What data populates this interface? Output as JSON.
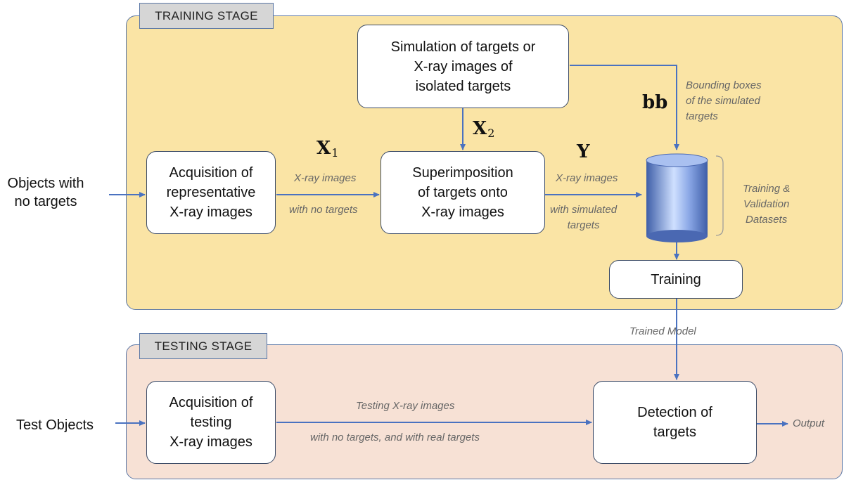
{
  "training_stage": {
    "tag": "TRAINING STAGE",
    "simulation_box": "Simulation of targets or\nX-ray images of\nisolated targets",
    "acquisition_box": "Acquisition of\nrepresentative\nX-ray images",
    "superimposition_box": "Superimposition\nof targets onto\nX-ray images",
    "training_box": "Training",
    "x1_symbol": "X",
    "x1_sub": "1",
    "x2_symbol": "X",
    "x2_sub": "2",
    "y_symbol": "Y",
    "bb_symbol": "bb",
    "xray_no_targets_top": "X-ray images",
    "xray_no_targets_bottom": "with no targets",
    "xray_sim_top": "X-ray images",
    "xray_sim_bottom": "with simulated\ntargets",
    "bounding_boxes": "Bounding boxes\nof the simulated\ntargets",
    "datasets_label": "Training &\nValidation\nDatasets"
  },
  "left_inputs": {
    "training_input": "Objects with\nno targets",
    "testing_input": "Test Objects"
  },
  "trained_model": "Trained  Model",
  "testing_stage": {
    "tag": "TESTING STAGE",
    "acquisition_box": "Acquisition of\ntesting\nX-ray images",
    "detection_box": "Detection of\ntargets",
    "testing_top": "Testing X-ray images",
    "testing_bottom": "with no targets, and with real targets",
    "output": "Output"
  },
  "colors": {
    "training_fill": "#fae4a5",
    "testing_fill": "#f7e1d5",
    "arrow": "#4a72c0",
    "cylinder": "#6f8ed6"
  }
}
